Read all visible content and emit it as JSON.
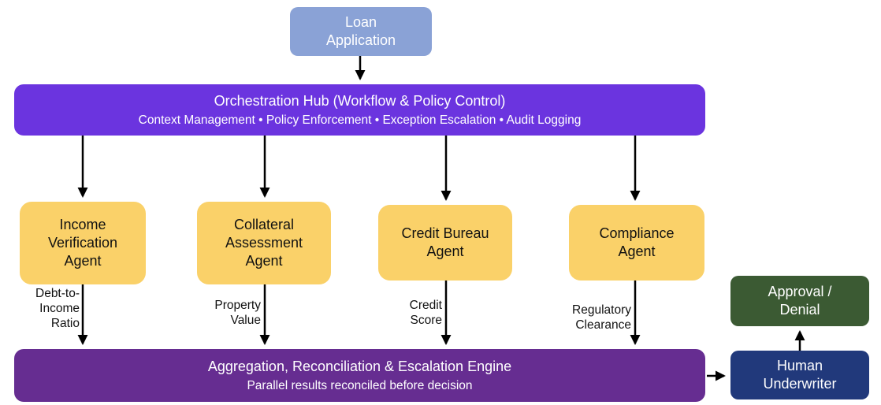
{
  "diagram": {
    "source": {
      "label": "Loan\nApplication"
    },
    "hub": {
      "title": "Orchestration Hub (Workflow & Policy Control)",
      "subtitle": "Context Management • Policy Enforcement • Exception Escalation • Audit Logging"
    },
    "agents": [
      {
        "id": "income-verification",
        "label": "Income\nVerification\nAgent",
        "output": "Debt-to-\nIncome\nRatio"
      },
      {
        "id": "collateral-assessment",
        "label": "Collateral\nAssessment\nAgent",
        "output": "Property\nValue"
      },
      {
        "id": "credit-bureau",
        "label": "Credit Bureau\nAgent",
        "output": "Credit\nScore"
      },
      {
        "id": "compliance",
        "label": "Compliance\nAgent",
        "output": "Regulatory\nClearance"
      }
    ],
    "engine": {
      "title": "Aggregation, Reconciliation & Escalation Engine",
      "subtitle": "Parallel results reconciled before decision"
    },
    "human": {
      "label": "Human\nUnderwriter"
    },
    "outcome": {
      "label": "Approval /\nDenial"
    },
    "colors": {
      "source": "#8AA2D6",
      "hub": "#6B34DF",
      "agent": "#FAD169",
      "engine": "#662D91",
      "human": "#21397B",
      "outcome": "#3B5A33",
      "arrow": "#000000"
    }
  }
}
